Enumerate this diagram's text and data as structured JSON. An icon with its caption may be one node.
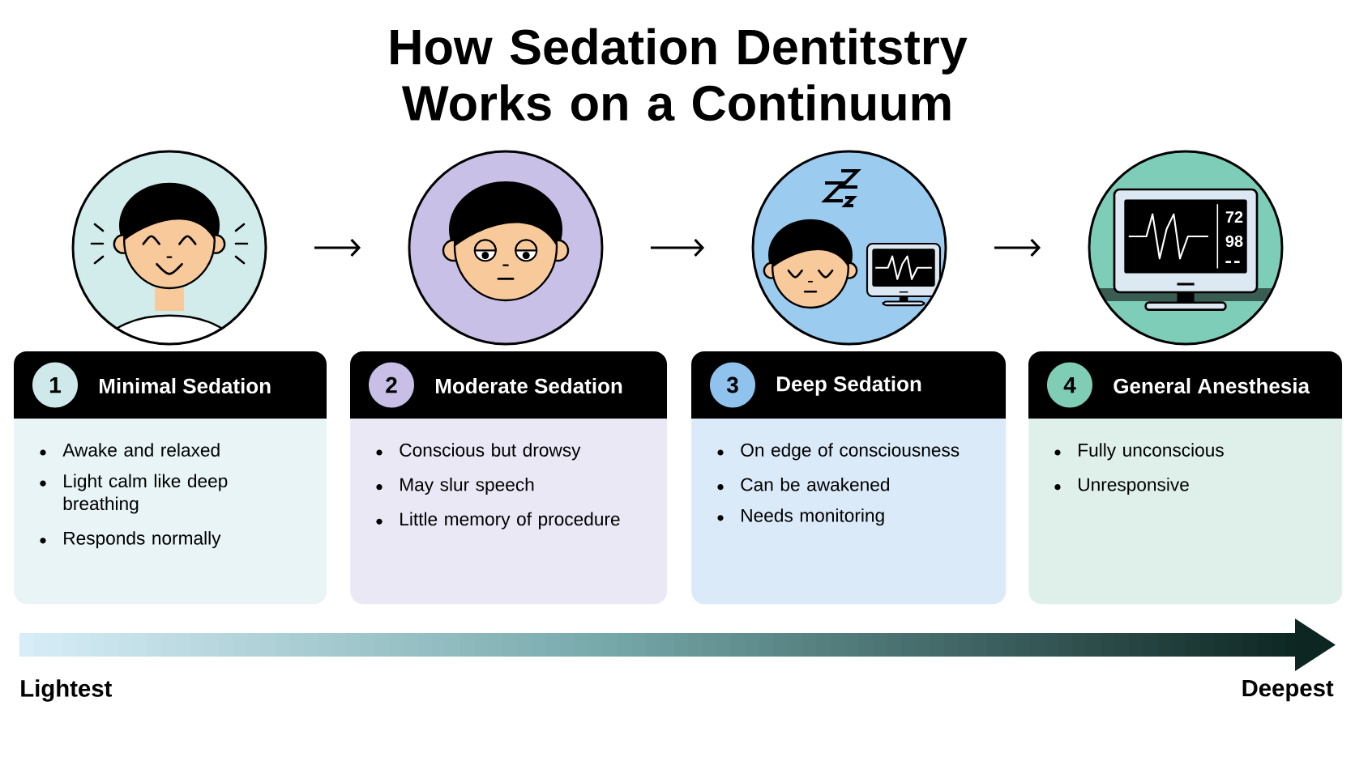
{
  "diagram": {
    "title": "How Sedation Dentitstry Works on a Continuum",
    "nodes": [
      {
        "text": [],
        "shape": "picture"
      },
      {
        "text": [],
        "shape": "picture"
      },
      {
        "text": [],
        "shape": "picture"
      },
      {
        "text": [],
        "shape": "picture"
      },
      {
        "text": [
          "1",
          "Minimal Sedation",
          "Awake and relaxed",
          "Light calm like deep breathing",
          "Responds normally"
        ]
      },
      {
        "text": [
          "2",
          "Moderate Sedation",
          "Conscious but drowsy",
          "May slur speech",
          "Little memory of procedure"
        ]
      },
      {
        "text": [
          "3",
          "Deep Sedation",
          "On edge of consciousness",
          "Can be awakened",
          "Needs monitoring"
        ]
      },
      {
        "text": [
          "4",
          "General Anesthesia",
          "Fully unconscious",
          "Unresponsive"
        ]
      }
    ],
    "edges": [
      {
        "from": 0,
        "to": 1,
        "arrow": "to"
      },
      {
        "from": 1,
        "to": 2,
        "arrow": "to"
      },
      {
        "from": 2,
        "to": 3,
        "arrow": "to"
      }
    ],
    "labels": [
      "72",
      "98",
      "Lightest",
      "Deepest"
    ]
  }
}
